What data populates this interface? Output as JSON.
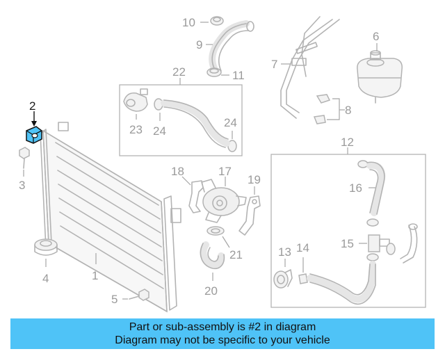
{
  "callouts": {
    "n1": "1",
    "n2": "2",
    "n3": "3",
    "n4": "4",
    "n5": "5",
    "n6": "6",
    "n7": "7",
    "n8": "8",
    "n9": "9",
    "n10": "10",
    "n11": "11",
    "n12": "12",
    "n13": "13",
    "n14": "14",
    "n15": "15",
    "n16": "16",
    "n17": "17",
    "n18": "18",
    "n19": "19",
    "n20": "20",
    "n21": "21",
    "n22": "22",
    "n23": "23",
    "n24a": "24",
    "n24b": "24"
  },
  "highlight": {
    "part": "2",
    "color": "#4fc3f7"
  },
  "banner": {
    "line1": "Part or sub-assembly is #2 in diagram",
    "line2": "Diagram may not be specific to your vehicle",
    "color": "#4fc3f7"
  }
}
